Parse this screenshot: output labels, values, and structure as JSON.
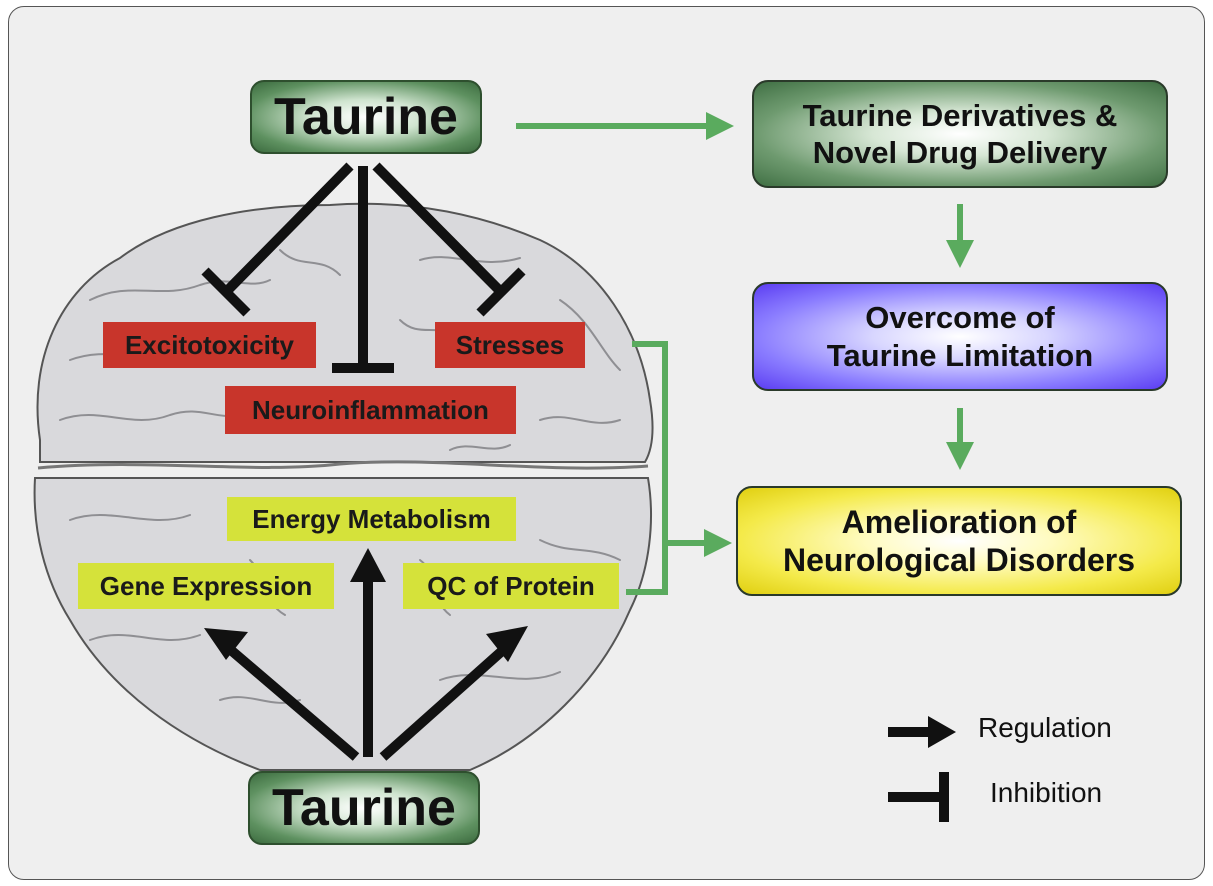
{
  "taurine_top": "Taurine",
  "taurine_bottom": "Taurine",
  "inhibited": {
    "excitotoxicity": "Excitotoxicity",
    "stresses": "Stresses",
    "neuroinflammation": "Neuroinflammation"
  },
  "regulated": {
    "energy_metabolism": "Energy Metabolism",
    "gene_expression": "Gene Expression",
    "qc_of_protein": "QC of Protein"
  },
  "flow": {
    "derivatives_line1": "Taurine Derivatives &",
    "derivatives_line2": "Novel Drug Delivery",
    "overcome_line1": "Overcome of",
    "overcome_line2": "Taurine Limitation",
    "amelioration_line1": "Amelioration of",
    "amelioration_line2": "Neurological Disorders"
  },
  "legend": {
    "regulation": "Regulation",
    "inhibition": "Inhibition"
  },
  "colors": {
    "inhibited_box": "#c8352b",
    "regulated_box": "#d5e23a",
    "flow_arrow": "#5aab5e",
    "taurine_box": "#3b6a3e",
    "purple_box": "#5b3df2",
    "yellow_box": "#e0cf10"
  }
}
